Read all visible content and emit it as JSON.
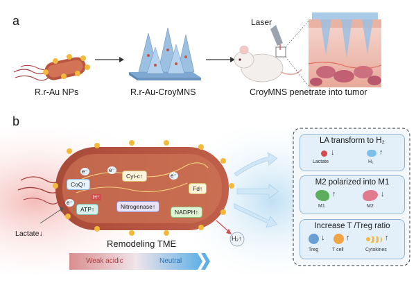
{
  "panel_a": {
    "letter": "a",
    "captions": [
      "R.r-Au NPs",
      "R.r-Au-CroyMNS",
      "CroyMNS penetrate into tumor"
    ],
    "laser_label": "Laser"
  },
  "panel_b": {
    "letter": "b",
    "bacterium_labels": {
      "coq": "CoQ↑",
      "cytc": "Cyt-c↑",
      "fd": "Fd↑",
      "h_plus": "H⁺",
      "atp": "ATP↑",
      "nitrogenase": "Nitrogenase↑",
      "nadph": "NADPH↑",
      "electron": "e⁻"
    },
    "lactate_label": "Lactate↓",
    "h2_label": "H₂↑",
    "remodeling": "Remodeling TME",
    "gradient_left": "Weak acidic",
    "gradient_right": "Neutral",
    "boxes": [
      {
        "title": "LA transform to H₂",
        "items": [
          "Lactate",
          "H₂"
        ],
        "arrows": [
          "↓",
          "↑"
        ]
      },
      {
        "title": "M2 polarized into M1",
        "items": [
          "M1",
          "M2"
        ],
        "arrows": [
          "↑",
          "↓"
        ]
      },
      {
        "title": "Increase T /Treg ratio",
        "items": [
          "Treg",
          "T cell",
          "Cytokines"
        ],
        "arrows": [
          "↓",
          "↑",
          "↑"
        ]
      }
    ]
  },
  "colors": {
    "bacterium_body": "#b5533f",
    "bacterium_inner": "#c96a50",
    "gold_np": "#f2b93b",
    "needle": "#8fb3d8",
    "box_fill": "#e3f0fa",
    "acidic": "#d99090",
    "neutral": "#6fb3e0"
  }
}
